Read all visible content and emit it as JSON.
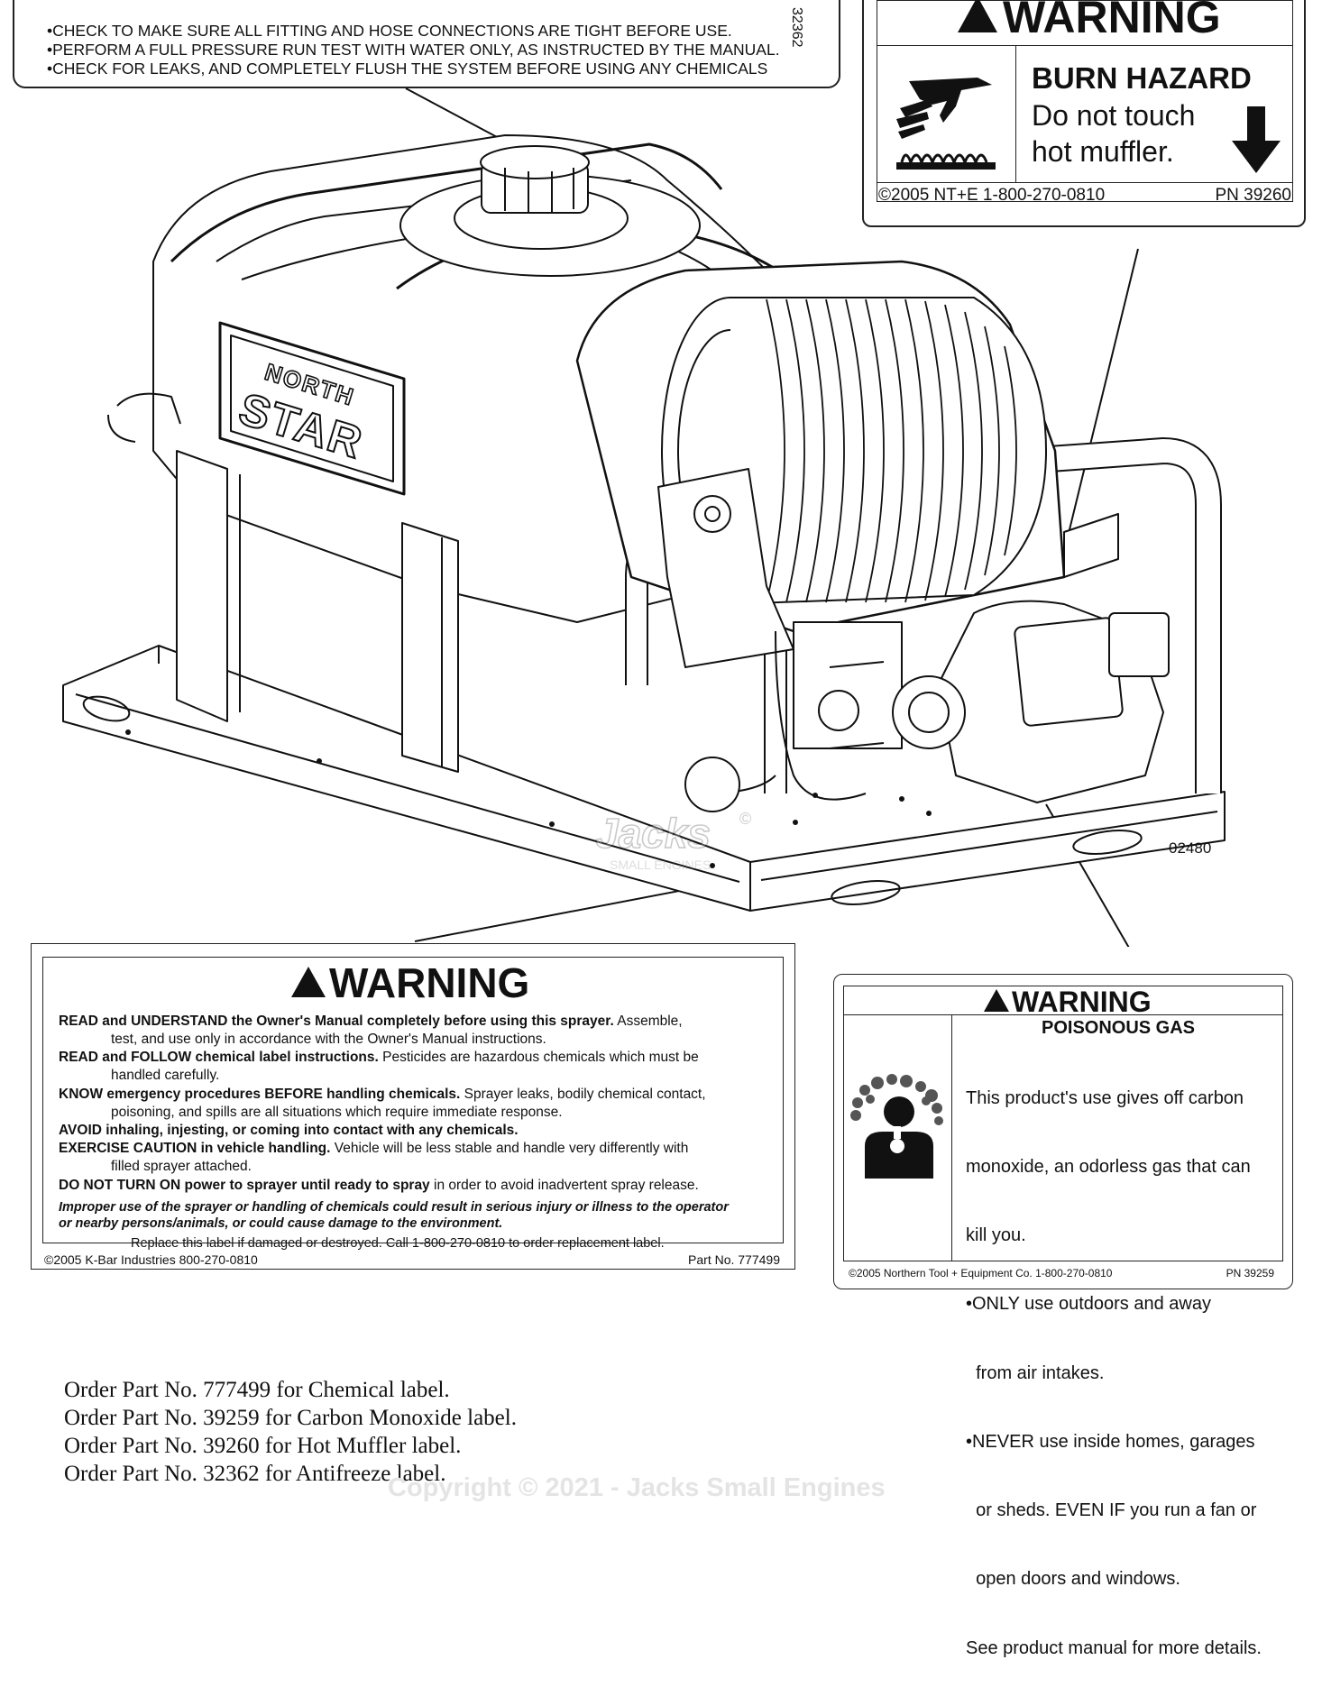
{
  "top_label": {
    "lines": [
      "•CHECK TO MAKE SURE ALL FITTING AND HOSE CONNECTIONS ARE TIGHT BEFORE USE.",
      "•PERFORM A FULL PRESSURE RUN TEST WITH WATER ONLY, AS INSTRUCTED BY  THE MANUAL.",
      "•CHECK FOR LEAKS, AND COMPLETELY FLUSH THE  SYSTEM BEFORE USING ANY CHEMICALS"
    ],
    "side_number": "32362"
  },
  "burn_label": {
    "title": "WARNING",
    "hazard": "BURN HAZARD",
    "line1": "Do not touch",
    "line2": "hot muffler.",
    "footer_left": "©2005 NT+E 1-800-270-0810",
    "footer_right": "PN 39260"
  },
  "diagram": {
    "brand_top": "NORTH",
    "brand_bottom": "STAR",
    "figure_number": "02480",
    "watermark_line1": "Jacks",
    "watermark_line2": "SMALL ENGINES",
    "watermark_symbol": "©"
  },
  "chemical_label": {
    "title": "WARNING",
    "items": [
      {
        "bold": "READ and UNDERSTAND the Owner's Manual completely before using this sprayer.",
        "text": "  Assemble,"
      },
      {
        "bold": "",
        "text": "test, and use only in accordance with the Owner's Manual instructions.",
        "indent": true
      },
      {
        "bold": "READ and FOLLOW chemical label instructions.",
        "text": "  Pesticides are hazardous chemicals which must be"
      },
      {
        "bold": "",
        "text": "handled carefully.",
        "indent": true
      },
      {
        "bold": "KNOW emergency procedures BEFORE handling chemicals.",
        "text": "  Sprayer leaks, bodily chemical contact,"
      },
      {
        "bold": "",
        "text": "poisoning, and spills are all situations which require immediate response.",
        "indent": true
      },
      {
        "bold": "AVOID inhaling, injesting, or coming into contact with any chemicals.",
        "text": ""
      },
      {
        "bold": "EXERCISE CAUTION in vehicle handling.",
        "text": "  Vehicle will be less stable and handle very differently with"
      },
      {
        "bold": "",
        "text": "filled sprayer attached.",
        "indent": true
      },
      {
        "bold": "DO NOT TURN ON power to sprayer until ready to spray",
        "text": " in order to avoid inadvertent spray release."
      }
    ],
    "italic_line1": "Improper use of the sprayer or handling of chemicals could result in serious injury or illness to the operator",
    "italic_line2": "or nearby persons/animals, or could cause damage to the environment.",
    "replace_line": "Replace this label if damaged or destroyed.  Call 1-800-270-0810 to order replacement label.",
    "footer_left": "©2005 K-Bar Industries   800-270-0810",
    "footer_right": "Part No. 777499"
  },
  "gas_label": {
    "title": "WARNING",
    "heading": "POISONOUS GAS",
    "lines": [
      "This product's use gives off carbon",
      "monoxide, an odorless gas that can",
      "kill you.",
      "•ONLY use outdoors and away",
      "  from air intakes.",
      "•NEVER use inside homes, garages",
      "  or sheds. EVEN IF you run a fan or",
      "  open doors and windows.",
      "See product manual for more details."
    ],
    "footer_left": "©2005 Northern Tool + Equipment Co. 1-800-270-0810",
    "footer_right": "PN 39259"
  },
  "order_notes": [
    "Order Part No. 777499 for Chemical label.",
    "Order Part No. 39259 for Carbon Monoxide label.",
    "Order Part No. 39260 for Hot Muffler label.",
    "Order Part No. 32362 for Antifreeze label."
  ],
  "copyright": "Copyright © 2021 - Jacks Small Engines"
}
